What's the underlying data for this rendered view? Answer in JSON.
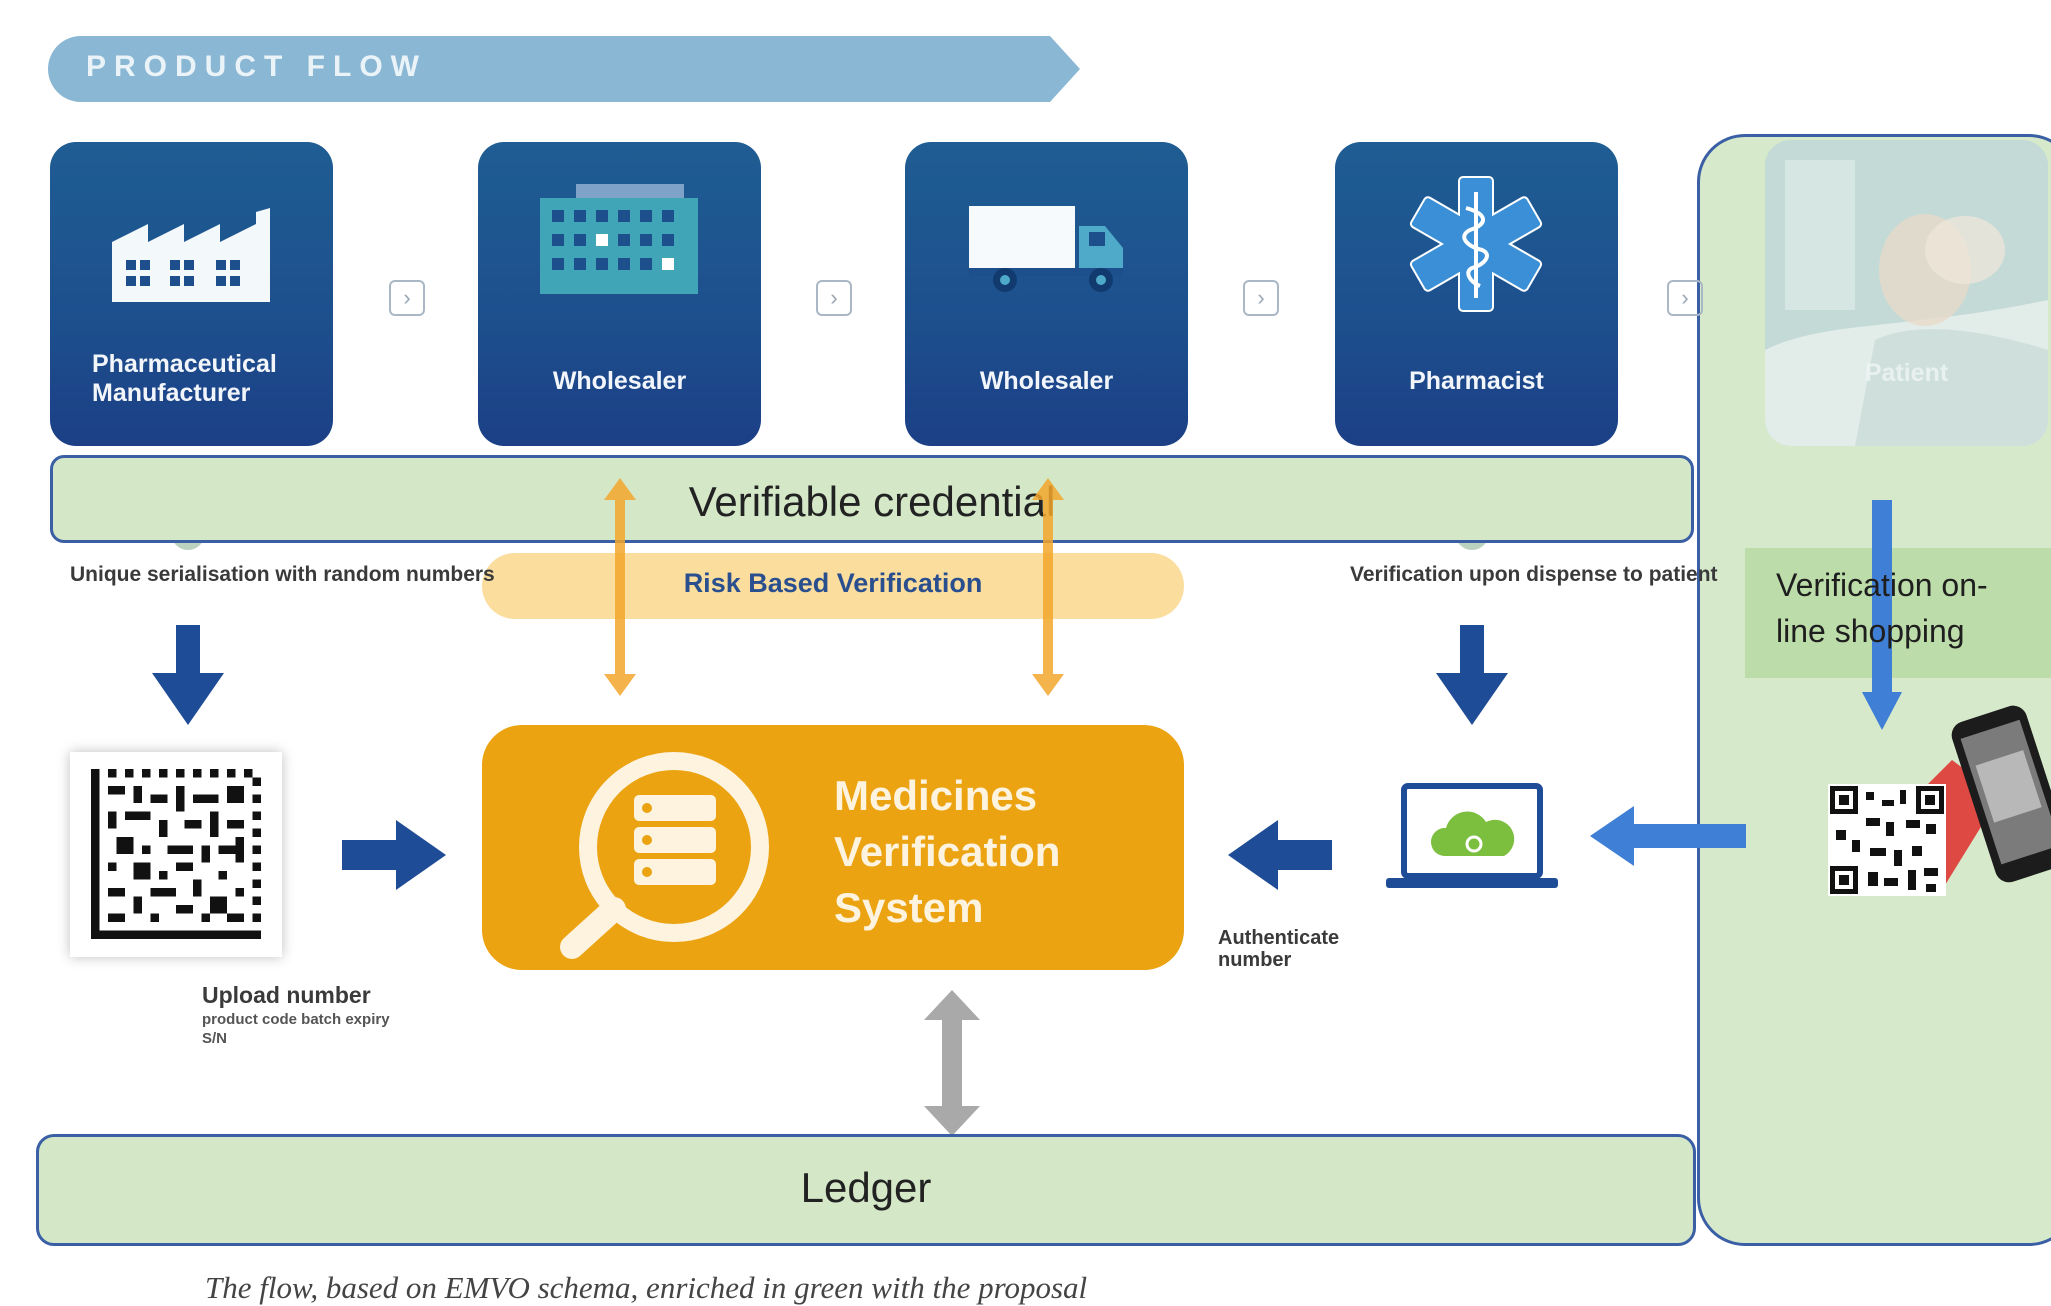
{
  "banner": {
    "label": "PRODUCT FLOW"
  },
  "actors": [
    {
      "label": "Pharmaceutical Manufacturer",
      "icon": "factory-icon"
    },
    {
      "label": "Wholesaler",
      "icon": "warehouse-icon"
    },
    {
      "label": "Wholesaler",
      "icon": "truck-icon"
    },
    {
      "label": "Pharmacist",
      "icon": "star-of-life-icon"
    },
    {
      "label": "Patient",
      "icon": "patient-photo"
    }
  ],
  "verifiable_credential": "Verifiable credential",
  "risk_based_verification": "Risk Based Verification",
  "notes": {
    "serialisation": "Unique serialisation with random numbers",
    "dispense": "Verification upon dispense to patient",
    "upload_title": "Upload number",
    "upload_detail": "product code batch expiry S/N",
    "authenticate": "Authenticate number"
  },
  "mvs": {
    "line1": "Medicines",
    "line2": "Verification",
    "line3": "System"
  },
  "ledger": "Ledger",
  "online": {
    "line1": "Verification on-",
    "line2": "line shopping"
  },
  "caption": "The flow, based on EMVO schema, enriched in green with the proposal",
  "colors": {
    "actor_blue": "#1d4f8d",
    "credential_green": "#d4e8c8",
    "mvs_orange": "#eba312",
    "arrow_blue": "#1f4c97",
    "border_blue": "#3a5fa4"
  }
}
